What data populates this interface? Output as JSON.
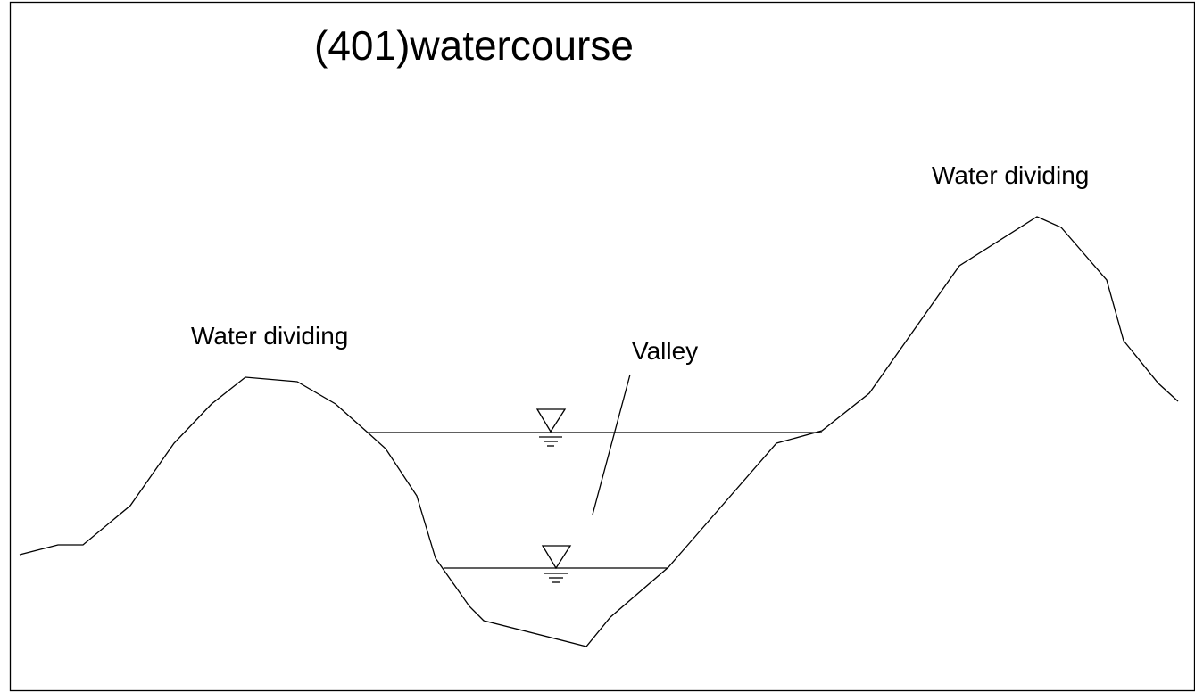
{
  "diagram": {
    "title": "(401)watercourse",
    "labels": {
      "ridge_left": "Water dividing",
      "ridge_right": "Water dividing",
      "valley": "Valley"
    },
    "symbols": {
      "water_level_marker": "inverted-triangle-water-level-icon"
    },
    "colors": {
      "line": "#000000",
      "background": "#ffffff"
    }
  }
}
